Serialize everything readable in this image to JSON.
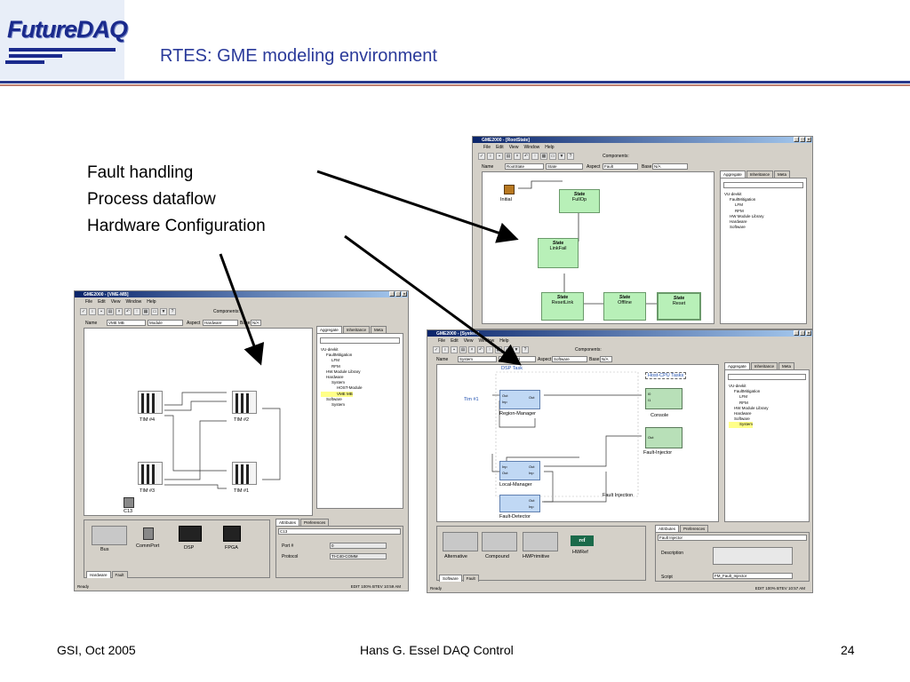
{
  "header": {
    "logo": "FutureDAQ",
    "title": "RTES: GME modeling environment"
  },
  "bullets": [
    "Fault handling",
    "Process dataflow",
    "Hardware Configuration"
  ],
  "footer": {
    "left": "GSI, Oct 2005",
    "center": "Hans G. Essel  DAQ Control",
    "right": "24"
  },
  "menu": [
    "File",
    "Edit",
    "View",
    "Window",
    "Help"
  ],
  "common": {
    "name_label": "Name",
    "aspect_label": "Aspect",
    "base_label": "Base",
    "base_value": "N/A",
    "components_label": "Components:",
    "ready": "Ready",
    "tabs": [
      "Aggregate",
      "Inheritance",
      "Meta"
    ],
    "attr_tabs": [
      "Attributes",
      "Preferences"
    ]
  },
  "win_state": {
    "title": "GME2000 - [RootState]",
    "name_value": "RootState",
    "type_value": "State",
    "aspect_value": "Fault",
    "initial_label": "Initial",
    "state_tag": "State",
    "states": [
      "FullOp",
      "LinkFail",
      "ResetLink",
      "Offline",
      "Reset"
    ],
    "tree": [
      "VU-devkit",
      "FaultMitigation",
      "LFM",
      "RFM",
      "HW Module Library",
      "Hardware",
      "Software"
    ]
  },
  "win_hw": {
    "title": "GME2000 - [VME-MB]",
    "name_value": "VME MB",
    "type_value": "Module",
    "aspect_value": "Hardware",
    "tims": [
      "TIM #4",
      "TIM #2",
      "TIM #3",
      "TIM #1"
    ],
    "c13": "C13",
    "tree": [
      "VU-devkit",
      "FaultMitigation",
      "LFM",
      "RFM",
      "HW Module Library",
      "Hardware",
      "System",
      "HOST-Module",
      "VME MB",
      "Software",
      "System"
    ],
    "palette": [
      "Bus",
      "CommPort",
      "DSP",
      "FPGA"
    ],
    "bottom_tabs": [
      "Hardware",
      "Fault"
    ],
    "attr_name": "C13",
    "port_label": "Port #",
    "port_value": "0",
    "protocol_label": "Protocol",
    "protocol_value": "TI-C40-COMM",
    "status": "EDIT  100%  BTEV  10:59 AM"
  },
  "win_sys": {
    "title": "GME2000 - [System]",
    "name_value": "System",
    "type_value": "Compound",
    "aspect_value": "Software",
    "dsp_task": "DSP Task",
    "host_tasks": "Host-CPU Tasks",
    "tim1": "Tim #1",
    "blocks": [
      "Region-Manager",
      "Console",
      "Fault-Injector",
      "Local-Manager",
      "Fault-Detector"
    ],
    "ports": {
      "in": "Inp",
      "out": "Out",
      "i0": "I0",
      "i1": "I1"
    },
    "fault_injection": "Fault Injection",
    "tree": [
      "VU-devkit",
      "FaultMitigation",
      "LFM",
      "RFM",
      "HW Module Library",
      "Hardware",
      "Software",
      "System"
    ],
    "palette": [
      "Alternative",
      "Compound",
      "HWPrimitive",
      "HWRef"
    ],
    "ref_icon": "ref",
    "bottom_tabs": [
      "Software",
      "Fault"
    ],
    "attr_name": "Fault Injector",
    "desc_label": "Description",
    "script_label": "Script",
    "script_value": "FM_Fault_Injector",
    "status": "EDIT  100%  BTEV  10:57 AM"
  }
}
